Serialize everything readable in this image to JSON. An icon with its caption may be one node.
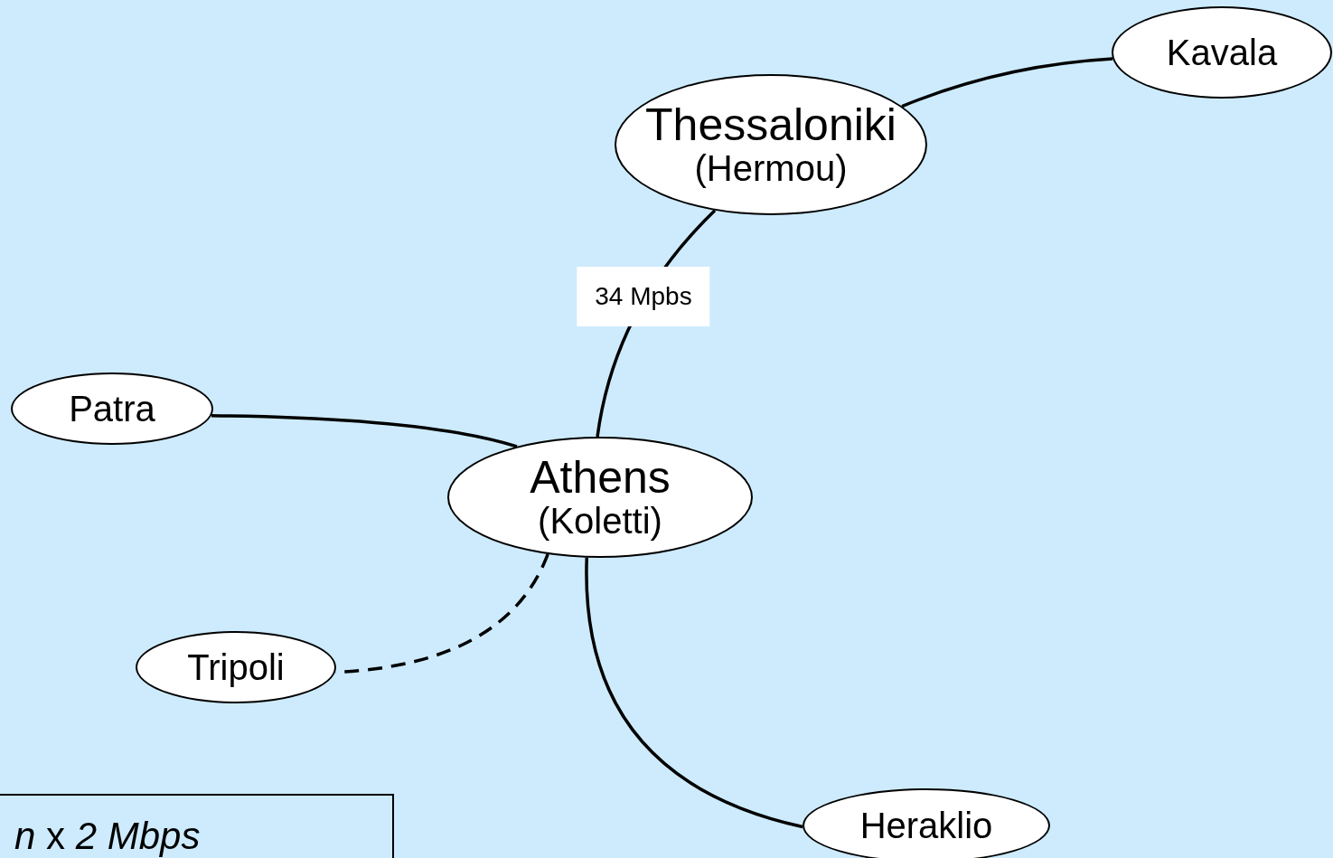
{
  "diagram": {
    "nodes": [
      {
        "text": [
          "Thessaloniki",
          "(Hermou)"
        ]
      },
      {
        "text": [
          "Kavala"
        ]
      },
      {
        "text": [
          "Patra"
        ]
      },
      {
        "text": [
          "Athens",
          "(Koletti)"
        ]
      },
      {
        "text": [
          "Tripoli"
        ]
      },
      {
        "text": [
          "Heraklio"
        ]
      },
      {
        "text": [
          "*n* x *2 Mbps*"
        ]
      }
    ],
    "edges": [
      {
        "from": 0,
        "to": 1,
        "arrow": "none"
      },
      {
        "from": 3,
        "to": 0,
        "arrow": "none",
        "label": "34 Mpbs"
      },
      {
        "from": 2,
        "to": 3,
        "arrow": "none"
      },
      {
        "from": 3,
        "to": 4,
        "arrow": "none",
        "style": "dashed"
      },
      {
        "from": 3,
        "to": 5,
        "arrow": "none"
      }
    ]
  }
}
